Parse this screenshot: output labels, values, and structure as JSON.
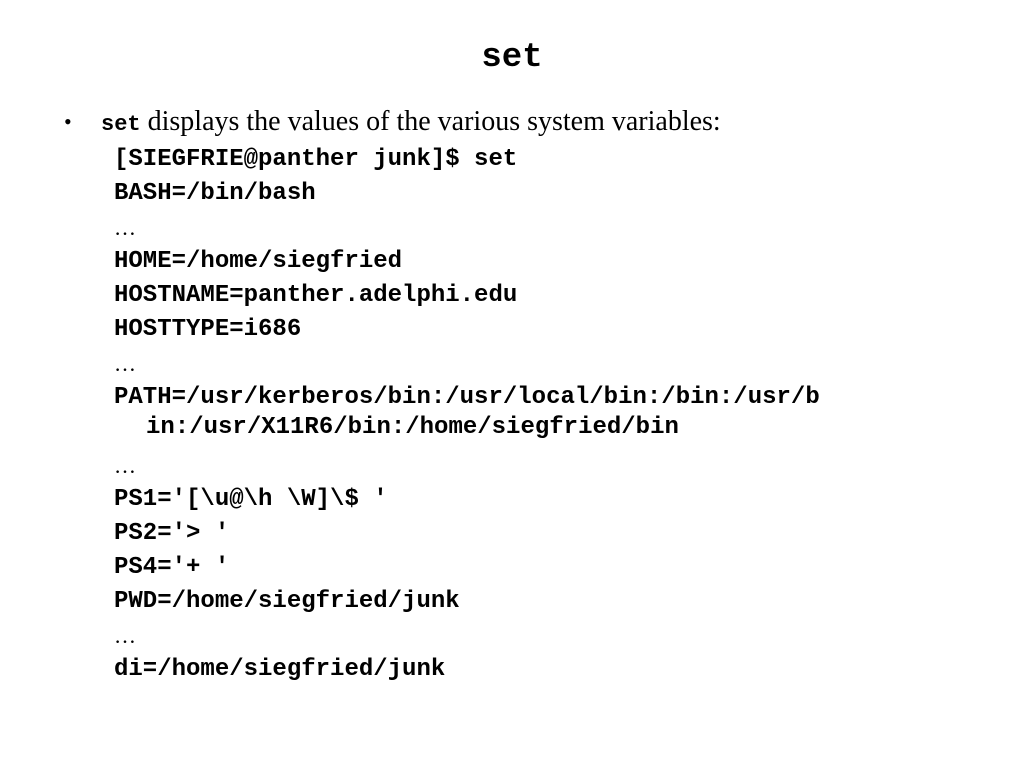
{
  "slide": {
    "title": "set",
    "bullet": {
      "marker": "•",
      "command": "set",
      "text": " displays the values of the various system variables:"
    },
    "lines": [
      "[SIEGFRIE@panther junk]$ set",
      "BASH=/bin/bash",
      "…",
      "HOME=/home/siegfried",
      "HOSTNAME=panther.adelphi.edu",
      "HOSTTYPE=i686",
      "…",
      "PATH=/usr/kerberos/bin:/usr/local/bin:/bin:/usr/b",
      "in:/usr/X11R6/bin:/home/siegfried/bin",
      "…",
      "PS1='[\\u@\\h \\W]\\$ '",
      "PS2='> '",
      "PS4='+ '",
      "PWD=/home/siegfried/junk",
      "…",
      "di=/home/siegfried/junk"
    ]
  }
}
